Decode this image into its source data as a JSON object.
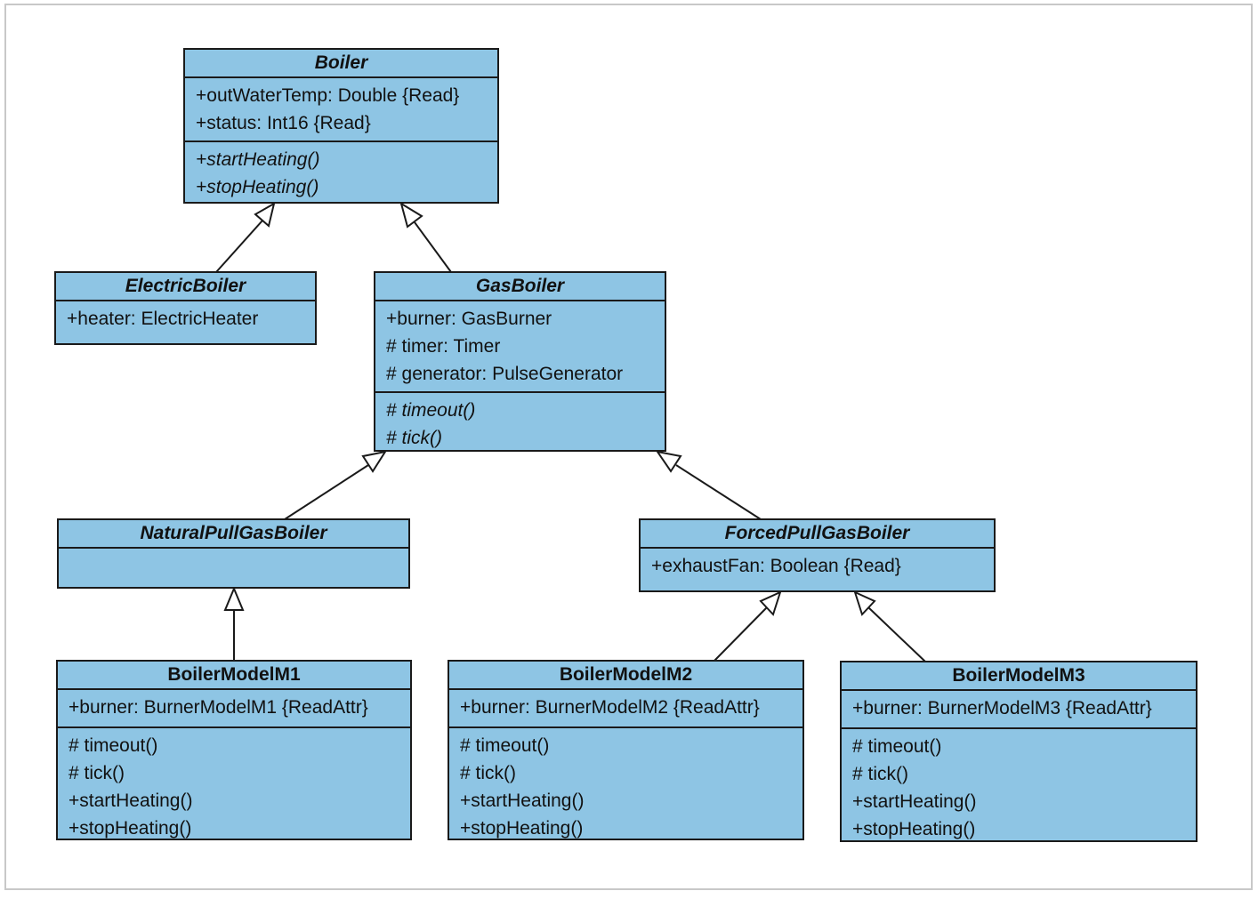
{
  "diagram": {
    "classes": {
      "boiler": {
        "name": "Boiler",
        "attributes": [
          "+outWaterTemp: Double {Read}",
          "+status: Int16 {Read}"
        ],
        "operations": [
          "+startHeating()",
          "+stopHeating()"
        ]
      },
      "electric_boiler": {
        "name": "ElectricBoiler",
        "attributes": [
          "+heater: ElectricHeater"
        ]
      },
      "gas_boiler": {
        "name": "GasBoiler",
        "attributes": [
          "+burner: GasBurner",
          "# timer: Timer",
          "# generator: PulseGenerator"
        ],
        "operations": [
          "# timeout()",
          "# tick()"
        ]
      },
      "natural_pull": {
        "name": "NaturalPullGasBoiler"
      },
      "forced_pull": {
        "name": "ForcedPullGasBoiler",
        "attributes": [
          "+exhaustFan: Boolean {Read}"
        ]
      },
      "m1": {
        "name": "BoilerModelM1",
        "attributes": [
          "+burner: BurnerModelM1 {ReadAttr}"
        ],
        "operations": [
          "# timeout()",
          "# tick()",
          "+startHeating()",
          "+stopHeating()"
        ]
      },
      "m2": {
        "name": "BoilerModelM2",
        "attributes": [
          "+burner: BurnerModelM2 {ReadAttr}"
        ],
        "operations": [
          "# timeout()",
          "# tick()",
          "+startHeating()",
          "+stopHeating()"
        ]
      },
      "m3": {
        "name": "BoilerModelM3",
        "attributes": [
          "+burner: BurnerModelM3 {ReadAttr}"
        ],
        "operations": [
          "# timeout()",
          "# tick()",
          "+startHeating()",
          "+stopHeating()"
        ]
      }
    },
    "colors": {
      "class_fill": "#8ec5e4",
      "line": "#1a1a1a"
    }
  }
}
